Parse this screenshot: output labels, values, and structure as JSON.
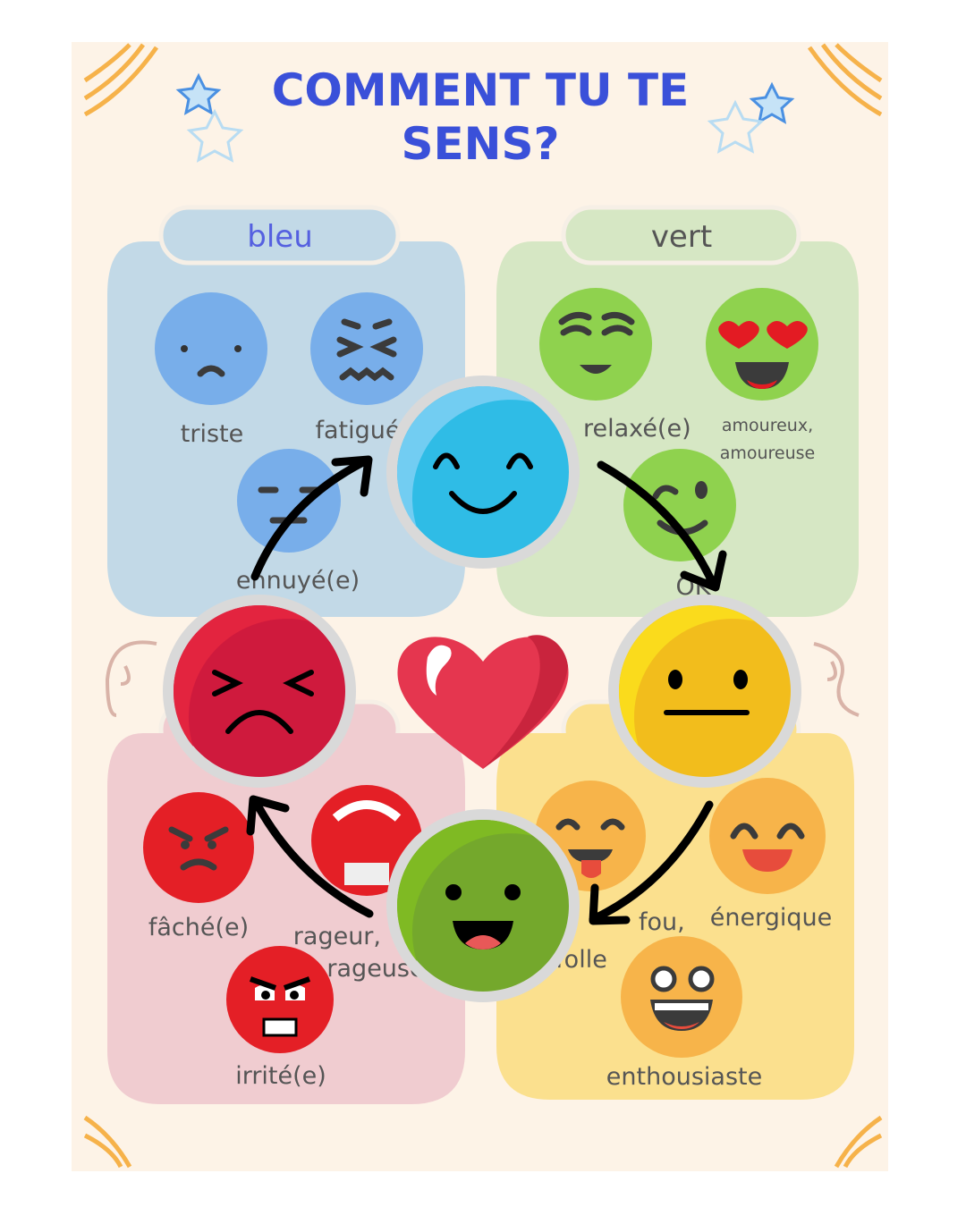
{
  "title": {
    "line1": "COMMENT TU TE",
    "line2": "SENS?"
  },
  "colors": {
    "background": "#fdf3e7",
    "title": "#3a50d9",
    "blue": "#2fbce6",
    "yellow": "#f6c81c",
    "green": "#78b22b",
    "red": "#d41e3d",
    "heart": "#e5364f"
  },
  "jars": {
    "blue": {
      "label": "bleu",
      "items": [
        "triste",
        "fatigué",
        "ennuyé(e)"
      ]
    },
    "green": {
      "label": "vert",
      "items": [
        "relaxé(e)",
        "amoureux,",
        "amoureuse",
        "OK"
      ]
    },
    "red": {
      "items": [
        "fâché(e)",
        "rageur,",
        "rageuse",
        "irrité(e)"
      ]
    },
    "yellow": {
      "items": [
        "fou,",
        "folle",
        "énergique",
        "enthousiaste"
      ]
    }
  }
}
